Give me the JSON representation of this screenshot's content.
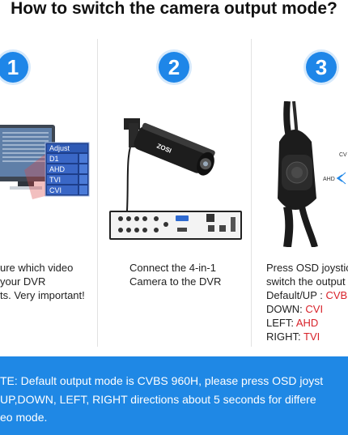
{
  "title": "How to switch the camera output mode?",
  "steps": [
    {
      "number": "1",
      "lines": [
        "ure which video",
        "your DVR",
        "ts. Very important!"
      ]
    },
    {
      "number": "2",
      "lines": [
        "Connect the 4-in-1",
        "Camera to the DVR"
      ]
    },
    {
      "number": "3",
      "lines": [
        "Press OSD joystic",
        "switch the output"
      ],
      "modes": [
        {
          "label": "Default/UP : ",
          "value": "CVBS"
        },
        {
          "label": "DOWN: ",
          "value": "CVI"
        },
        {
          "label": "LEFT: ",
          "value": "AHD"
        },
        {
          "label": "RIGHT: ",
          "value": "TVI"
        }
      ]
    }
  ],
  "dvr_menu": {
    "header": "Adjust",
    "items": [
      "D1",
      "AHD",
      "TVI",
      "CVI"
    ]
  },
  "camera_brand": "ZOSI",
  "osd_labels": {
    "left": "AHD",
    "top": "CV"
  },
  "note_lines": [
    "TE: Default output mode is CVBS 960H, please press OSD joyst",
    "UP,DOWN, LEFT, RIGHT directions about 5 seconds for differe",
    "eo mode."
  ],
  "colors": {
    "accent": "#1e86e8",
    "banner": "#1f88e5",
    "mode_value": "#d8222a"
  }
}
